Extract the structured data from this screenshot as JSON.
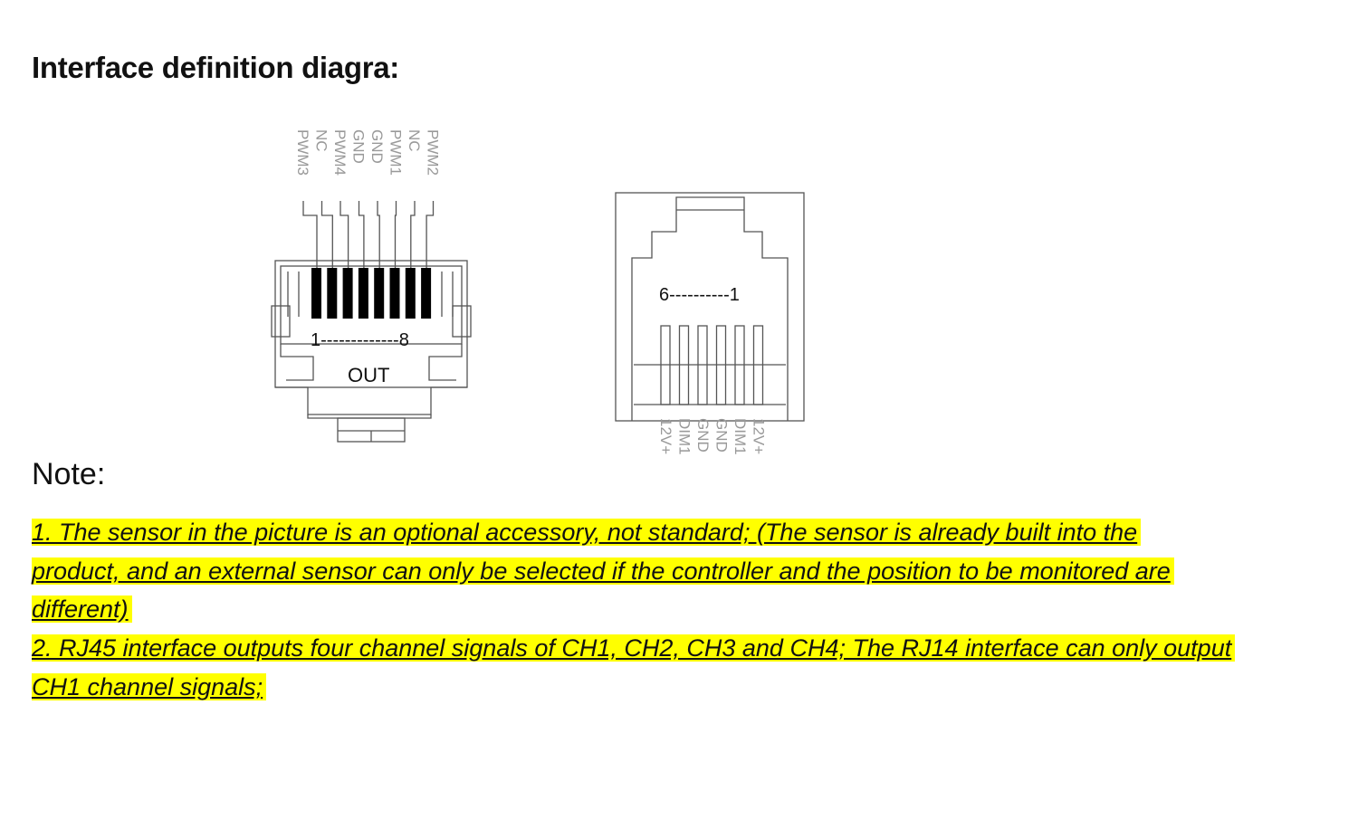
{
  "title": "Interface definition diagra:",
  "rj45": {
    "pins": [
      "PWM3",
      "NC",
      "PWM4",
      "GND",
      "GND",
      "PWM1",
      "NC",
      "PWM2"
    ],
    "range": "1-------------8",
    "label": "OUT"
  },
  "rj14": {
    "pins": [
      "12V+",
      "DIM1",
      "GND",
      "GND",
      "DIM1",
      "12V+"
    ],
    "range": "6----------1"
  },
  "note_heading": "Note:",
  "notes": [
    "1. The sensor in the picture is an optional accessory, not standard; (The sensor is already built into the",
    "product, and an external sensor can only be selected if the controller and the position to be monitored are",
    "different)",
    "2. RJ45 interface outputs four channel signals of CH1, CH2, CH3 and CH4; The RJ14 interface can only output",
    "CH1 channel signals;"
  ],
  "colors": {
    "highlight": "#ffff00"
  }
}
